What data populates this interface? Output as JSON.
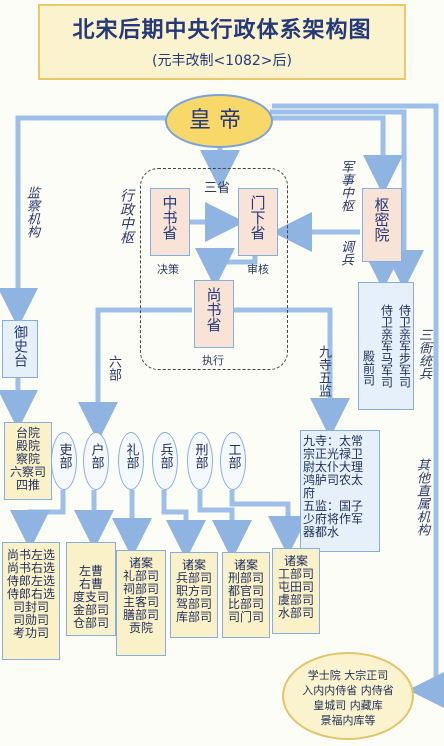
{
  "title": "北宋后期中央行政体系架构图",
  "subtitle": "(元丰改制<1082>后)",
  "emperor": "皇帝",
  "sansheng_label": "三省",
  "zhongshu": {
    "name": "中书省",
    "role": "决策"
  },
  "menxia": {
    "name": "门下省",
    "role": "审核"
  },
  "shangshu": {
    "name": "尚书省",
    "role": "执行"
  },
  "shumiyuan": "枢密院",
  "labels": {
    "jiancha": "监察机构",
    "xingzheng": "行政中枢",
    "junshi": "军事中枢",
    "diaobing": "调兵",
    "liubu": "六部",
    "jiusi": "九寺五监",
    "sanya": "三衙统兵",
    "qita": "其他直属机构"
  },
  "yushitai": "御史台",
  "yushitai_subs": [
    "台院",
    "殿院",
    "察院",
    "六察司",
    "四推"
  ],
  "sanya_units": [
    "殿前司",
    "侍卫亲军马军司",
    "侍卫亲军步军司"
  ],
  "jiusi_text": [
    "九寺：太常",
    "宗正光禄卫",
    "尉太仆大理",
    "鸿胪司农太",
    "府",
    "五监：国子",
    "少府将作军",
    "器都水"
  ],
  "ministries": [
    "吏部",
    "户部",
    "礼部",
    "兵部",
    "刑部",
    "工部"
  ],
  "ministry_subs": [
    [
      "尚书左选",
      "尚书右选",
      "侍郎左选",
      "侍郎右选",
      "司封司",
      "司勋司",
      "考功司"
    ],
    [
      "左曹",
      "右曹",
      "度支司",
      "金部司",
      "仓部司"
    ],
    [
      "诸案",
      "礼部司",
      "祠部司",
      "主客司",
      "膳部司",
      "贡院"
    ],
    [
      "诸案",
      "兵部司",
      "职方司",
      "驾部司",
      "库部司"
    ],
    [
      "诸案",
      "刑部司",
      "都官司",
      "比部司",
      "司门司"
    ],
    [
      "诸案",
      "工部司",
      "屯田司",
      "虞部司",
      "水部司"
    ]
  ],
  "other_orgs": [
    "学士院 大宗正司",
    "入内内侍省 内侍省",
    "皇城司 内藏库",
    "景福内库等"
  ]
}
